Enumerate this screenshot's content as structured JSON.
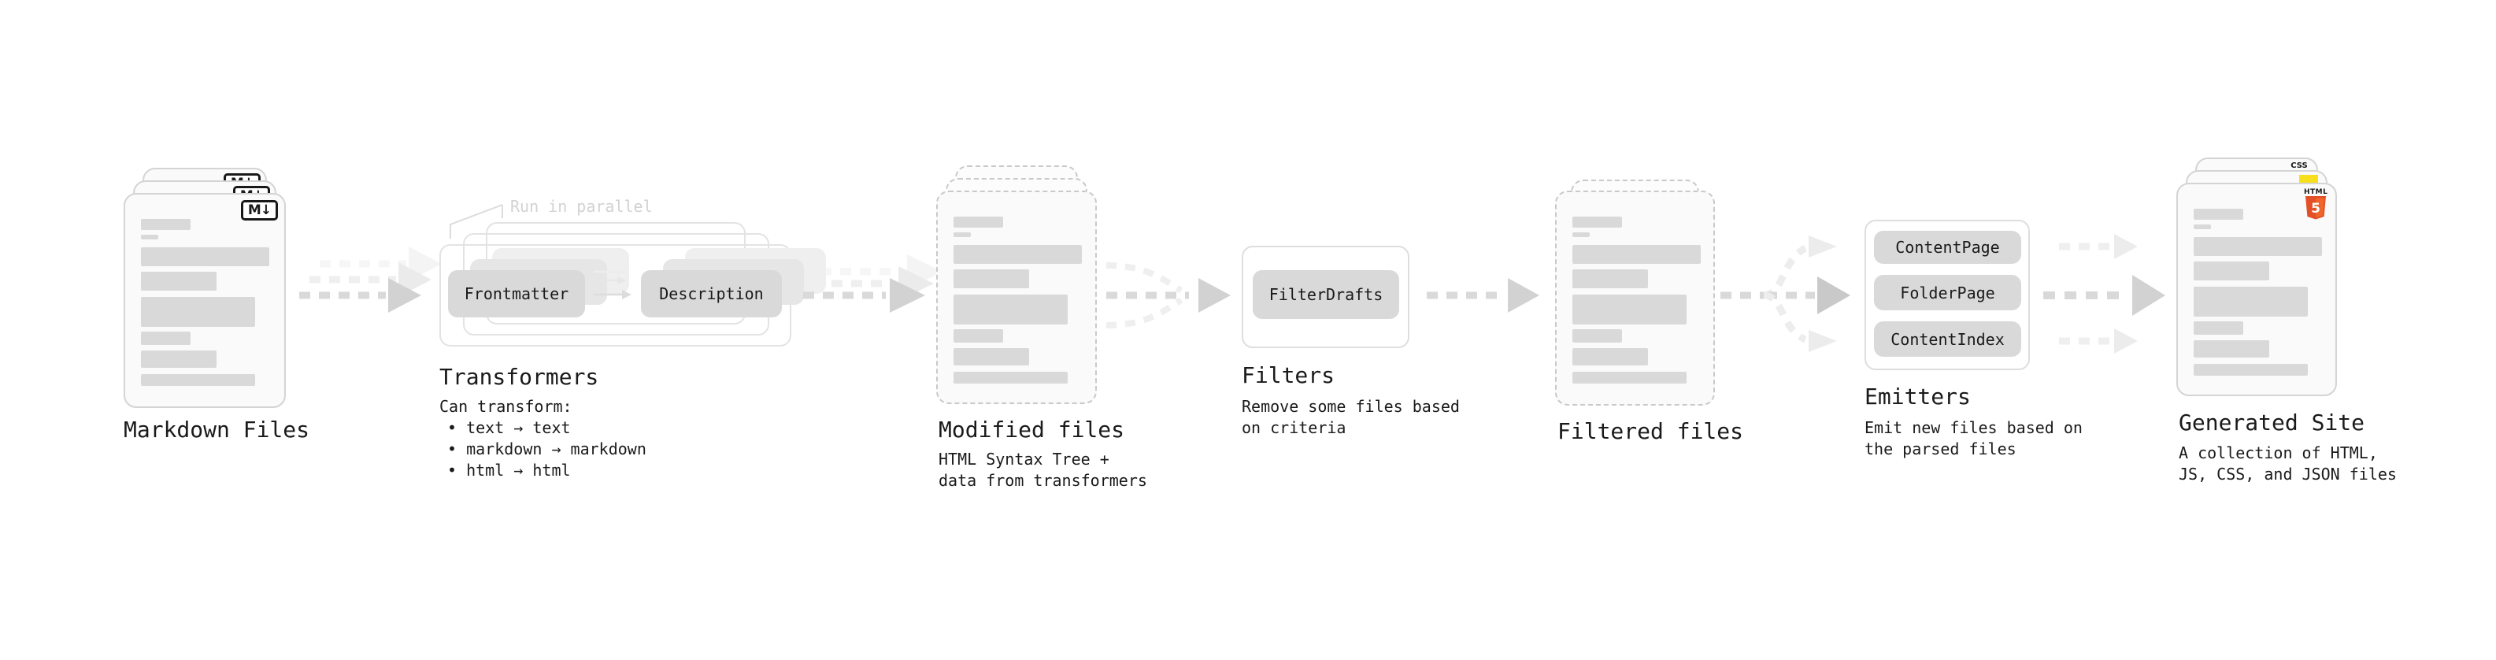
{
  "stages": {
    "markdown_files": {
      "label": "Markdown Files",
      "badge": "M↓"
    },
    "transformers": {
      "title": "Transformers",
      "note": "Run in parallel",
      "frontmatter": "Frontmatter",
      "description": "Description",
      "desc_heading": "Can transform:",
      "bullet1": "• text → text",
      "bullet2": "• markdown → markdown",
      "bullet3": "• html → html"
    },
    "modified_files": {
      "title": "Modified files",
      "desc": "HTML Syntax Tree +\ndata from transformers"
    },
    "filters": {
      "title": "Filters",
      "filter_name": "FilterDrafts",
      "desc": "Remove some files based\non criteria"
    },
    "filtered_files": {
      "title": "Filtered files"
    },
    "emitters": {
      "title": "Emitters",
      "emitter1": "ContentPage",
      "emitter2": "FolderPage",
      "emitter3": "ContentIndex",
      "desc": "Emit new files based on\nthe parsed files"
    },
    "generated_site": {
      "title": "Generated Site",
      "desc": "A collection of HTML,\nJS, CSS, and JSON files",
      "html_badge_label": "HTML",
      "html_badge_number": "5",
      "css_badge_label": "CSS"
    }
  },
  "colors": {
    "html5_orange": "#e34f26",
    "js_yellow": "#f7df1e",
    "css_blue": "#2962ff",
    "arrow_gray": "#d9d9d9",
    "arrow_head_gray": "#d2d2d2",
    "ghost_gray": "#eeeeee",
    "skeleton_gray": "#d9d9d9"
  }
}
